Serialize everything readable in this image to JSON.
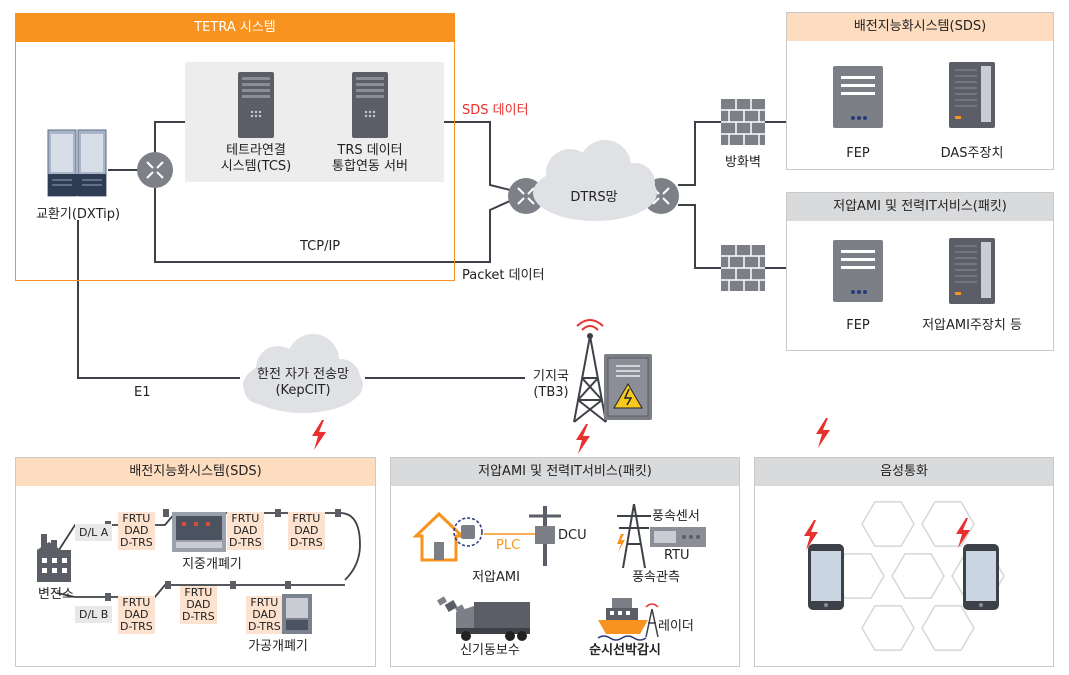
{
  "tetra": {
    "title": "TETRA 시스템",
    "exchange": "교환기(DXTip)",
    "tcs": [
      "테트라연결",
      "시스템(TCS)"
    ],
    "trs": [
      "TRS 데이터",
      "통합연동 서버"
    ]
  },
  "network": {
    "sds_data": "SDS 데이터",
    "tcp_ip": "TCP/IP",
    "packet_data": "Packet 데이터",
    "dtrs": "DTRS망",
    "firewall": "방화벽",
    "kepcit": [
      "한전 자가 전송망",
      "(KepCIT)"
    ],
    "e1": "E1",
    "base_station": [
      "기지국",
      "(TB3)"
    ]
  },
  "sds_top": {
    "title": "배전지능화시스템(SDS)",
    "fep": "FEP",
    "das": "DAS주장치"
  },
  "ami_top": {
    "title": "저압AMI 및 전력IT서비스(패킷)",
    "fep": "FEP",
    "ami_main": "저압AMI주장치 등"
  },
  "sds_bottom": {
    "title": "배전지능화시스템(SDS)",
    "substation": "변전소",
    "dla": "D/L A",
    "dlb": "D/L B",
    "frtu": [
      "FRTU",
      "DAD",
      "D-TRS"
    ],
    "underground": "지중개폐기",
    "overhead": "가공개폐기"
  },
  "ami_bottom": {
    "title": "저압AMI 및 전력IT서비스(패킷)",
    "plc": "PLC",
    "dcu": "DCU",
    "ami": "저압AMI",
    "wind_sensor": "풍속센서",
    "rtu": "RTU",
    "wind_obs": "풍속관측",
    "vehicle": "신기동보수",
    "radar": "레이더",
    "patrol": "순시선박감시"
  },
  "voice": {
    "title": "음성통화"
  },
  "colors": {
    "orange": "#f7931e",
    "peach": "#fddcc0",
    "gray_title": "#d9dadc",
    "red": "#e8312f",
    "line": "#3d4046"
  }
}
